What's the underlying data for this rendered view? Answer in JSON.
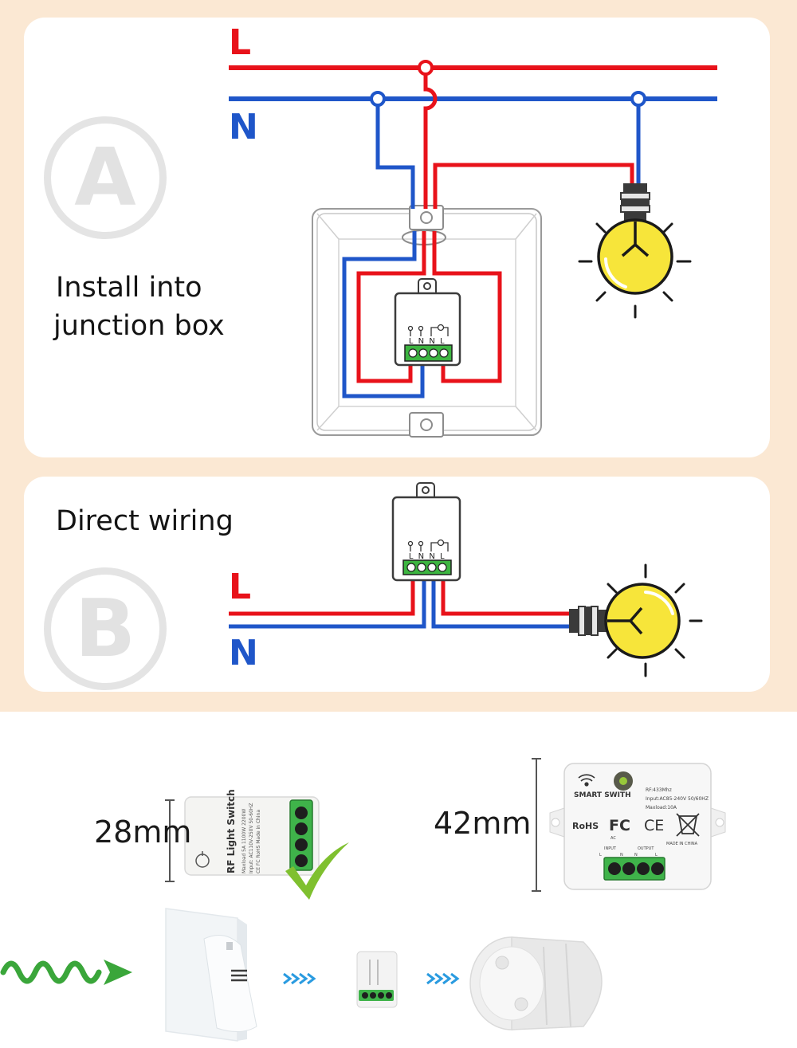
{
  "colors": {
    "live_wire": "#e8121a",
    "neutral_wire": "#1f56c9",
    "bulb": "#f7e53a",
    "terminal": "#3cb540",
    "background": "#fbe8d3",
    "check": "#7fc02f"
  },
  "section_a": {
    "mark": "A",
    "caption_line1": "Install into",
    "caption_line2": "junction box",
    "live_label": "L",
    "neutral_label": "N",
    "terminal_labels": "L N N L"
  },
  "section_b": {
    "mark": "B",
    "caption": "Direct wiring",
    "live_label": "L",
    "neutral_label": "N",
    "terminal_labels": "L N N L"
  },
  "dimensions": {
    "small_module": "28mm",
    "large_module": "42mm"
  },
  "small_module_print": {
    "title": "RF Light Switch",
    "spec1": "Maxload 5A 1100W 2200W",
    "spec2": "Input: AC110V-250V 50-60HZ",
    "cert": "CE FC RoHS Made in China"
  },
  "large_module_print": {
    "brand": "SMART SWITH",
    "rf": "RF:433Mhz",
    "input": "Input:AC85-240V 50/60HZ",
    "maxload": "Maxload:10A",
    "rohs": "RoHS",
    "fcc": "FC",
    "ce": "CE",
    "made": "MADE IN CHINA",
    "ac": "AC",
    "input_label": "INPUT",
    "output_label": "OUTPUT",
    "terminals": [
      "L",
      "N",
      "N",
      "L"
    ]
  },
  "icons": {
    "bulb": "light-bulb-icon",
    "check": "check-mark-icon",
    "wave": "rf-signal-wave-icon",
    "arrows": "chevron-arrows-icon",
    "wifi": "signal-icon"
  }
}
